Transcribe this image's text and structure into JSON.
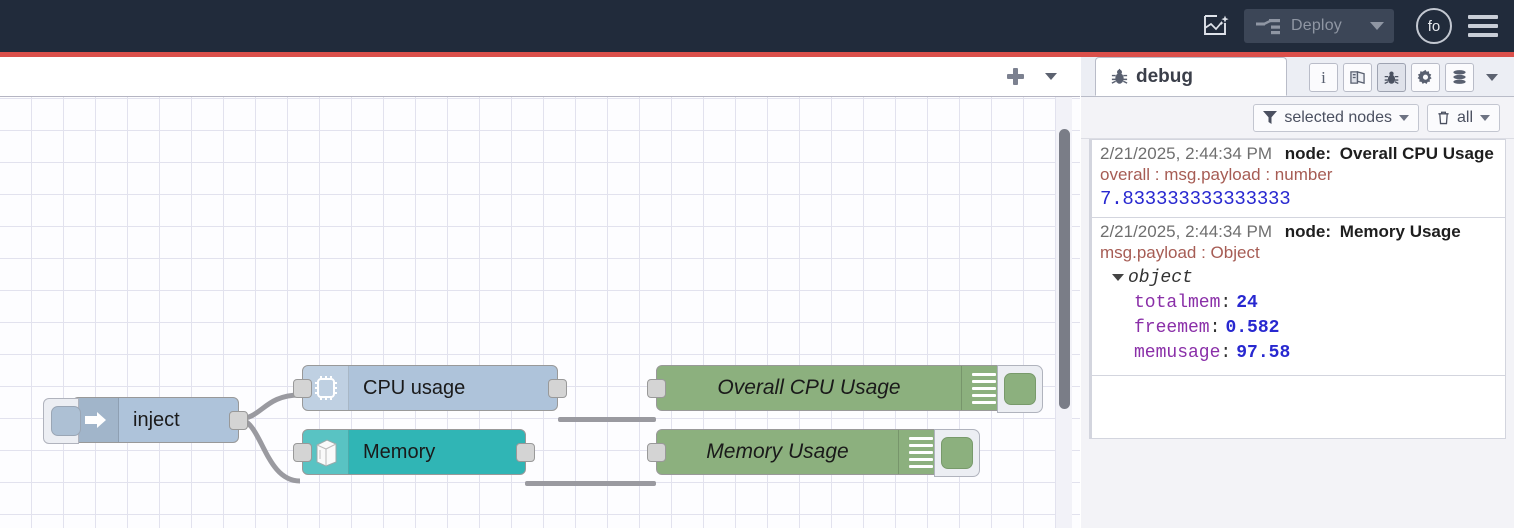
{
  "header": {
    "assistant_icon": "flow-sparkle-icon",
    "deploy_label": "Deploy",
    "avatar_initials": "fo",
    "menu_icon": "hamburger-menu-icon"
  },
  "workspace": {
    "tab_add_label": "+",
    "nodes": [
      {
        "id": "inject",
        "name": "inject",
        "type": "inject"
      },
      {
        "id": "cpu",
        "name": "CPU usage",
        "type": "cpu"
      },
      {
        "id": "memory",
        "name": "Memory",
        "type": "memory"
      },
      {
        "id": "dbg_cpu",
        "name": "Overall CPU Usage",
        "type": "debug"
      },
      {
        "id": "dbg_mem",
        "name": "Memory Usage",
        "type": "debug"
      }
    ]
  },
  "sidebar": {
    "tab_label": "debug",
    "tab_icon": "bug-icon",
    "tools": [
      {
        "name": "info-icon",
        "glyph": "i",
        "active": false
      },
      {
        "name": "book-icon",
        "glyph": "",
        "active": false
      },
      {
        "name": "bug-icon",
        "glyph": "",
        "active": true
      },
      {
        "name": "gear-icon",
        "glyph": "",
        "active": false
      },
      {
        "name": "database-icon",
        "glyph": "",
        "active": false
      }
    ],
    "filter_label": "selected nodes",
    "clear_label": "all",
    "messages": [
      {
        "timestamp": "2/21/2025, 2:44:34 PM",
        "node_prefix": "node:",
        "node_name": "Overall CPU Usage",
        "type_line": "overall : msg.payload : number",
        "value": "7.833333333333333",
        "kind": "number"
      },
      {
        "timestamp": "2/21/2025, 2:44:34 PM",
        "node_prefix": "node:",
        "node_name": "Memory Usage",
        "type_line": "msg.payload : Object",
        "object_label": "object",
        "kind": "object",
        "properties": [
          {
            "key": "totalmem",
            "value": "24"
          },
          {
            "key": "freemem",
            "value": "0.582"
          },
          {
            "key": "memusage",
            "value": "97.58"
          }
        ]
      }
    ]
  },
  "colors": {
    "header_bg": "#212b3b",
    "accent_red": "#db4f4a",
    "node_blue": "#aec3da",
    "node_teal": "#30b5b5",
    "node_green": "#8cb07e"
  }
}
